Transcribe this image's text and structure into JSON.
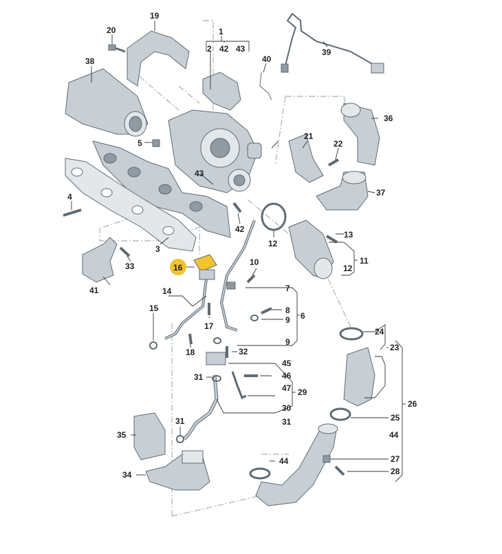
{
  "colors": {
    "part_fill": "#c7ced4",
    "part_dark": "#8f9aa3",
    "part_light": "#e3e7ea",
    "outline": "#5e6a73",
    "dash_line": "#8a9aa8",
    "label_text": "#222222",
    "highlight": "#f2c230"
  },
  "highlighted_part": "16",
  "callouts": [
    {
      "id": "c1",
      "text": "1"
    },
    {
      "id": "c2",
      "text": "2"
    },
    {
      "id": "c42a",
      "text": "42"
    },
    {
      "id": "c43a",
      "text": "43"
    },
    {
      "id": "c3",
      "text": "3"
    },
    {
      "id": "c4",
      "text": "4"
    },
    {
      "id": "c5",
      "text": "5"
    },
    {
      "id": "c6",
      "text": "6"
    },
    {
      "id": "c7",
      "text": "7"
    },
    {
      "id": "c8",
      "text": "8"
    },
    {
      "id": "c9a",
      "text": "9"
    },
    {
      "id": "c9b",
      "text": "9"
    },
    {
      "id": "c10",
      "text": "10"
    },
    {
      "id": "c11",
      "text": "11"
    },
    {
      "id": "c12a",
      "text": "12"
    },
    {
      "id": "c12b",
      "text": "12"
    },
    {
      "id": "c13",
      "text": "13"
    },
    {
      "id": "c14",
      "text": "14"
    },
    {
      "id": "c15",
      "text": "15"
    },
    {
      "id": "c16",
      "text": "16"
    },
    {
      "id": "c17",
      "text": "17"
    },
    {
      "id": "c18",
      "text": "18"
    },
    {
      "id": "c19",
      "text": "19"
    },
    {
      "id": "c20",
      "text": "20"
    },
    {
      "id": "c21",
      "text": "21"
    },
    {
      "id": "c22",
      "text": "22"
    },
    {
      "id": "c23",
      "text": "23"
    },
    {
      "id": "c24",
      "text": "24"
    },
    {
      "id": "c25",
      "text": "25"
    },
    {
      "id": "c26",
      "text": "26"
    },
    {
      "id": "c27",
      "text": "27"
    },
    {
      "id": "c28",
      "text": "28"
    },
    {
      "id": "c29",
      "text": "29"
    },
    {
      "id": "c30",
      "text": "30"
    },
    {
      "id": "c31a",
      "text": "31"
    },
    {
      "id": "c31b",
      "text": "31"
    },
    {
      "id": "c31c",
      "text": "31"
    },
    {
      "id": "c32",
      "text": "32"
    },
    {
      "id": "c33",
      "text": "33"
    },
    {
      "id": "c34",
      "text": "34"
    },
    {
      "id": "c35",
      "text": "35"
    },
    {
      "id": "c36",
      "text": "36"
    },
    {
      "id": "c37",
      "text": "37"
    },
    {
      "id": "c38",
      "text": "38"
    },
    {
      "id": "c39",
      "text": "39"
    },
    {
      "id": "c40",
      "text": "40"
    },
    {
      "id": "c41",
      "text": "41"
    },
    {
      "id": "c42b",
      "text": "42"
    },
    {
      "id": "c43b",
      "text": "43"
    },
    {
      "id": "c44a",
      "text": "44"
    },
    {
      "id": "c44b",
      "text": "44"
    },
    {
      "id": "c45",
      "text": "45"
    },
    {
      "id": "c46",
      "text": "46"
    },
    {
      "id": "c47",
      "text": "47"
    }
  ]
}
